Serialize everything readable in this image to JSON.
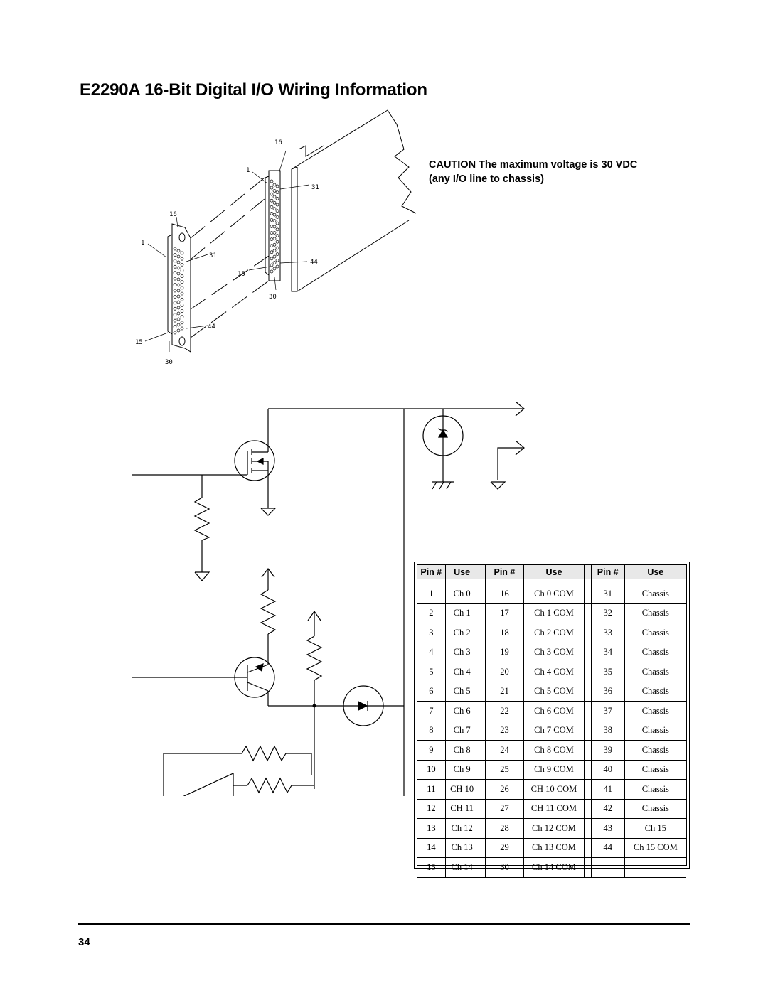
{
  "title": "E2290A 16-Bit Digital I/O Wiring Information",
  "caution": {
    "line1": "CAUTION The maximum voltage is 30 VDC",
    "line2": "(any I/O line to chassis)"
  },
  "connector_labels": {
    "board_top": "16",
    "board_pin1": "1",
    "board_31": "31",
    "board_44": "44",
    "board_15": "15",
    "board_30": "30",
    "plug_16": "16",
    "plug_1": "1",
    "plug_31": "31",
    "plug_44": "44",
    "plug_15": "15",
    "plug_30": "30"
  },
  "pin_table": {
    "headers": [
      "Pin #",
      "Use",
      "Pin #",
      "Use",
      "Pin #",
      "Use"
    ],
    "rows": [
      [
        "1",
        "Ch 0",
        "16",
        "Ch 0 COM",
        "31",
        "Chassis"
      ],
      [
        "2",
        "Ch 1",
        "17",
        "Ch 1 COM",
        "32",
        "Chassis"
      ],
      [
        "3",
        "Ch 2",
        "18",
        "Ch 2 COM",
        "33",
        "Chassis"
      ],
      [
        "4",
        "Ch 3",
        "19",
        "Ch 3 COM",
        "34",
        "Chassis"
      ],
      [
        "5",
        "Ch 4",
        "20",
        "Ch 4 COM",
        "35",
        "Chassis"
      ],
      [
        "6",
        "Ch 5",
        "21",
        "Ch 5 COM",
        "36",
        "Chassis"
      ],
      [
        "7",
        "Ch 6",
        "22",
        "Ch 6 COM",
        "37",
        "Chassis"
      ],
      [
        "8",
        "Ch 7",
        "23",
        "Ch 7 COM",
        "38",
        "Chassis"
      ],
      [
        "9",
        "Ch 8",
        "24",
        "Ch 8 COM",
        "39",
        "Chassis"
      ],
      [
        "10",
        "Ch 9",
        "25",
        "Ch 9 COM",
        "40",
        "Chassis"
      ],
      [
        "11",
        "CH 10",
        "26",
        "CH 10 COM",
        "41",
        "Chassis"
      ],
      [
        "12",
        "CH 11",
        "27",
        "CH 11 COM",
        "42",
        "Chassis"
      ],
      [
        "13",
        "Ch 12",
        "28",
        "Ch 12 COM",
        "43",
        "Ch 15"
      ],
      [
        "14",
        "Ch 13",
        "29",
        "Ch 13 COM",
        "44",
        "Ch 15 COM"
      ],
      [
        "15",
        "Ch 14",
        "30",
        "Ch 14 COM",
        "",
        ""
      ]
    ]
  },
  "page_number": "34"
}
